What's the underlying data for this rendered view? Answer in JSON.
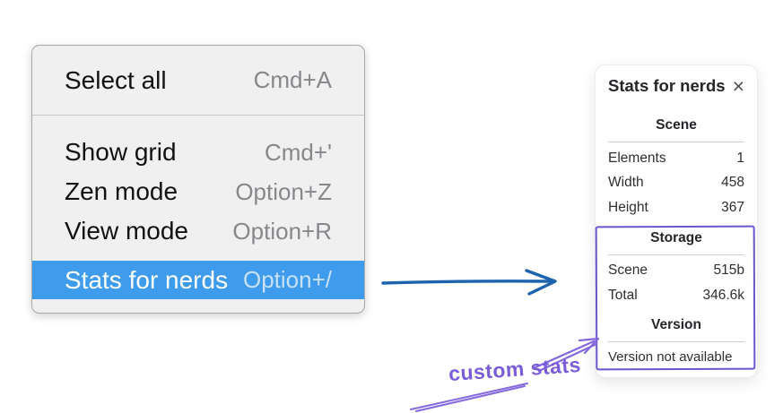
{
  "context_menu": {
    "items": [
      {
        "label": "Select all",
        "shortcut": "Cmd+A",
        "selected": false
      },
      {
        "label": "Show grid",
        "shortcut": "Cmd+'",
        "selected": false
      },
      {
        "label": "Zen mode",
        "shortcut": "Option+Z",
        "selected": false
      },
      {
        "label": "View mode",
        "shortcut": "Option+R",
        "selected": false
      },
      {
        "label": "Stats for nerds",
        "shortcut": "Option+/",
        "selected": true
      }
    ],
    "highlight_color": "#3f9bec"
  },
  "stats_panel": {
    "title": "Stats for nerds",
    "close_icon": "×",
    "scene": {
      "heading": "Scene",
      "rows": [
        {
          "label": "Elements",
          "value": "1"
        },
        {
          "label": "Width",
          "value": "458"
        },
        {
          "label": "Height",
          "value": "367"
        }
      ]
    },
    "storage": {
      "heading": "Storage",
      "rows": [
        {
          "label": "Scene",
          "value": "515b"
        },
        {
          "label": "Total",
          "value": "346.6k"
        }
      ]
    },
    "version": {
      "heading": "Version",
      "note": "Version not available"
    }
  },
  "annotations": {
    "label": "custom stats",
    "text_color": "#7a5bd8",
    "box_color": "#6c55cf",
    "arrow_purple_color": "#8468dd",
    "arrow_blue_color": "#1d63ae"
  }
}
